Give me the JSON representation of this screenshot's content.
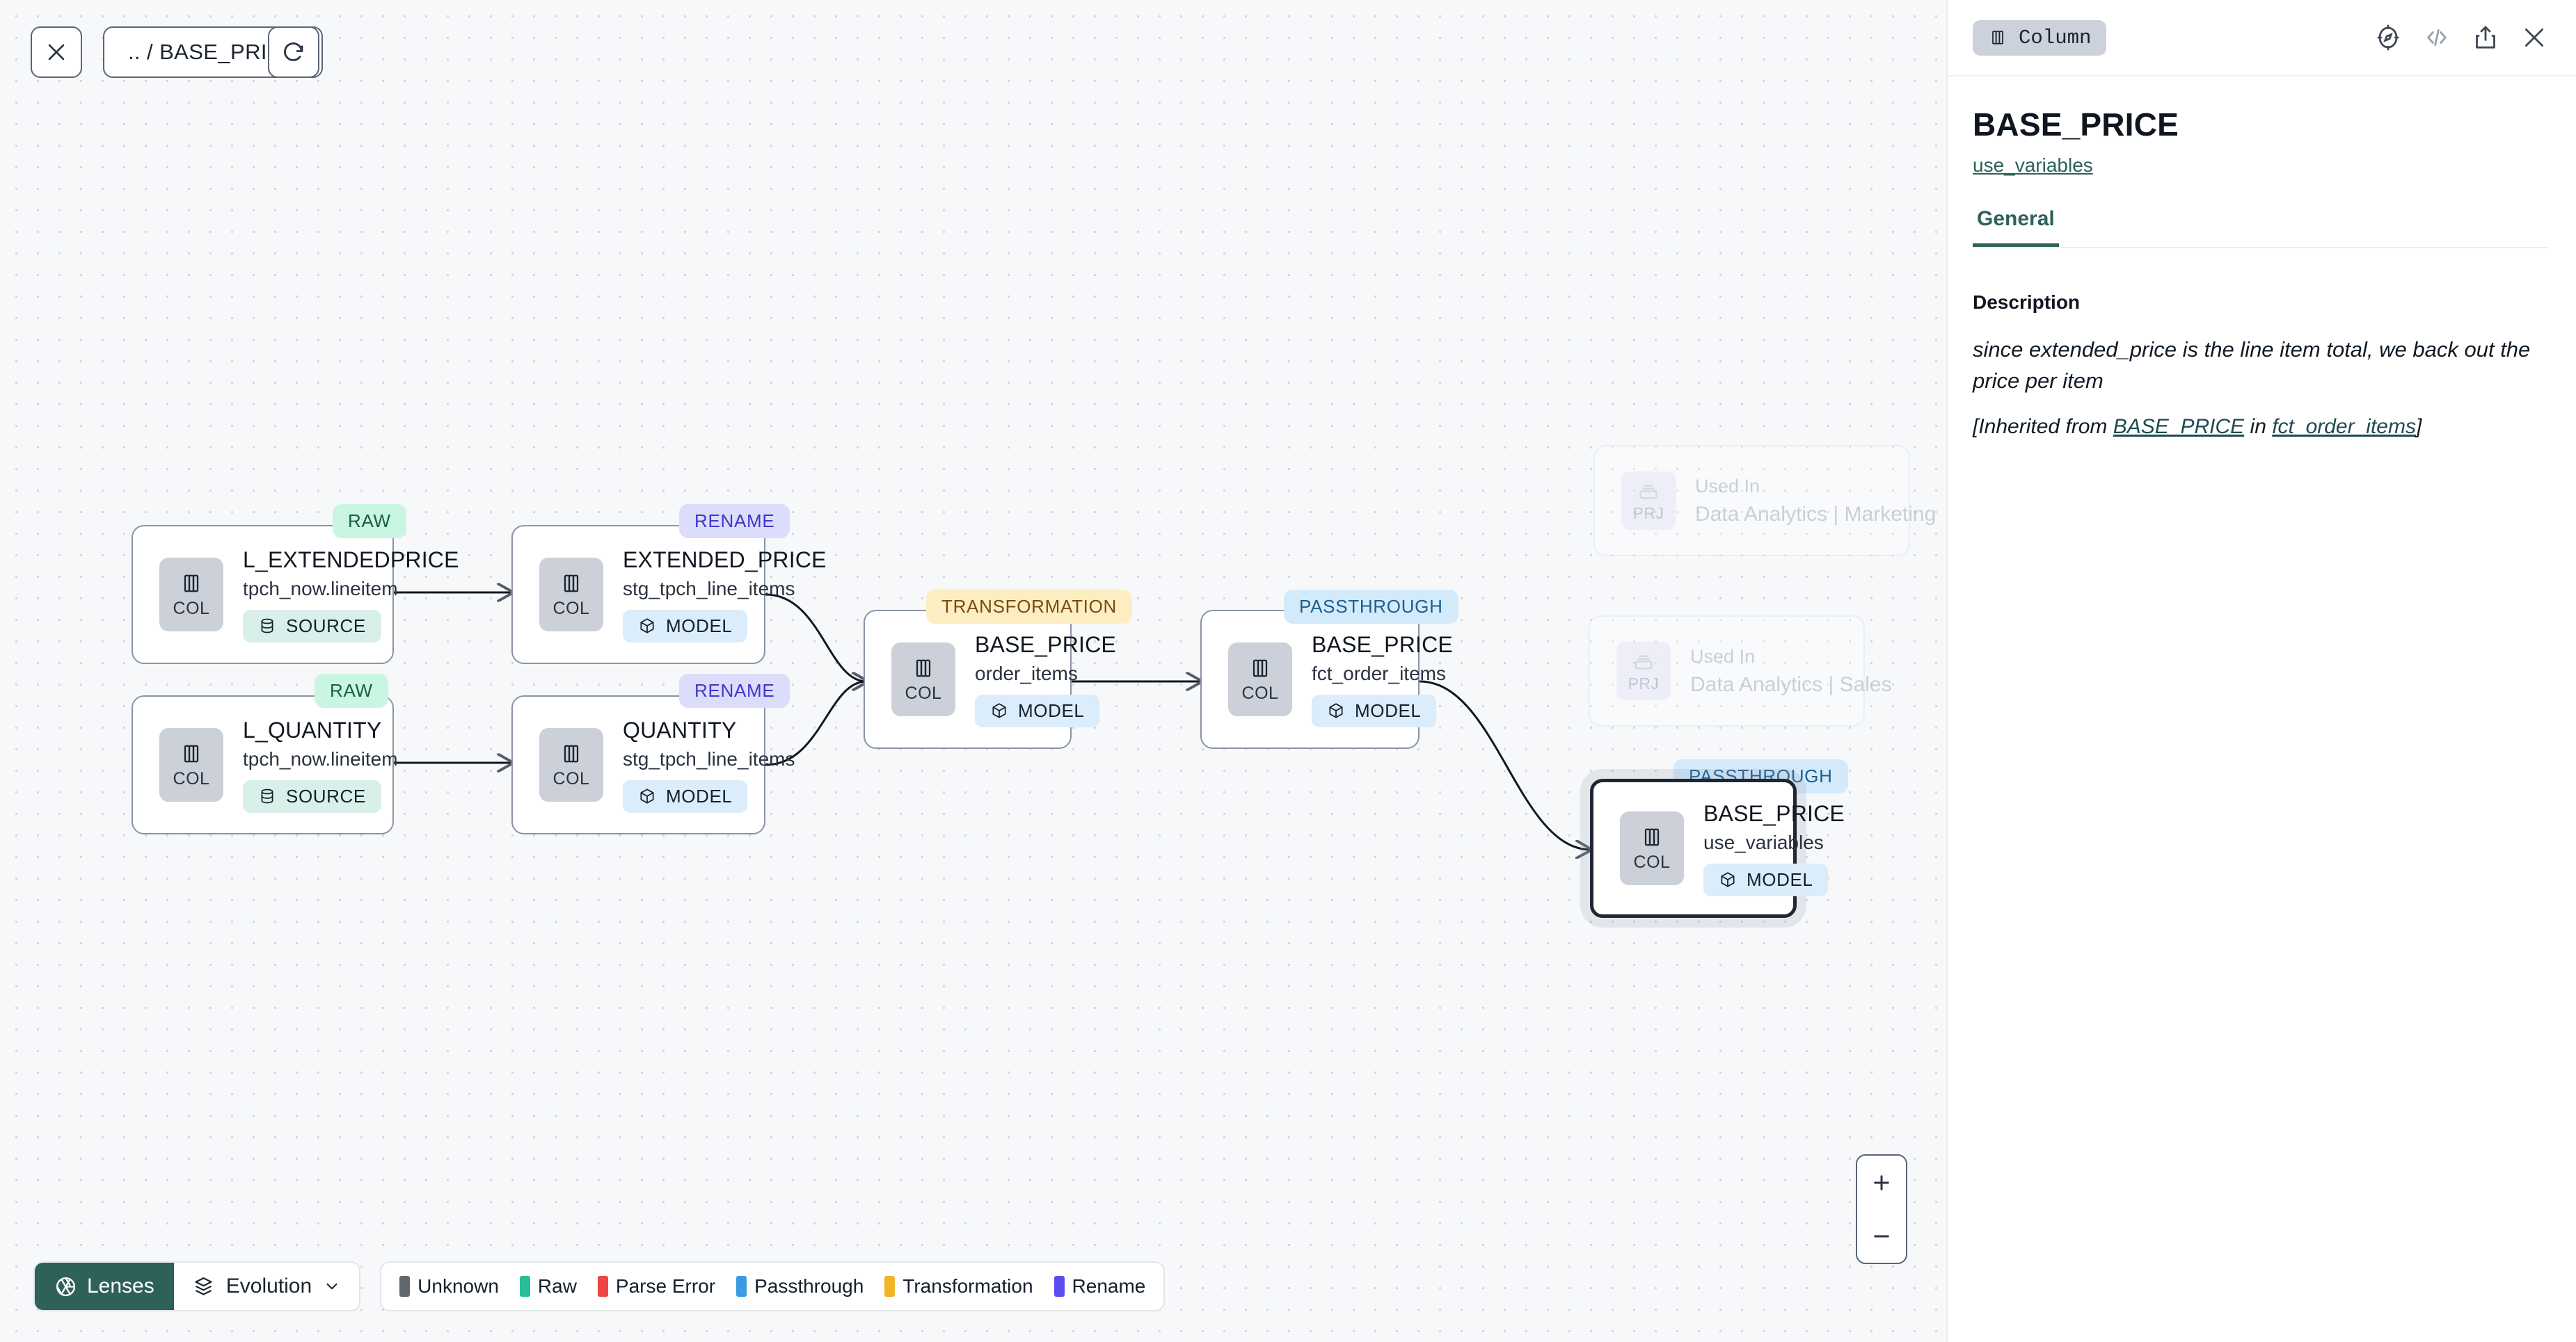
{
  "canvas": {
    "toolbar": {
      "close_icon": "close-icon",
      "breadcrumb": ".. / BASE_PRICE",
      "refresh_icon": "refresh-icon"
    },
    "nodes": [
      {
        "id": "l_extendedprice",
        "title": "L_EXTENDEDPRICE",
        "subtitle": "tpch_now.lineitem",
        "chip": "COL",
        "type_pill": "SOURCE",
        "type_pill_kind": "source",
        "badge": "RAW",
        "badge_kind": "raw",
        "selected": false
      },
      {
        "id": "l_quantity",
        "title": "L_QUANTITY",
        "subtitle": "tpch_now.lineitem",
        "chip": "COL",
        "type_pill": "SOURCE",
        "type_pill_kind": "source",
        "badge": "RAW",
        "badge_kind": "raw",
        "selected": false
      },
      {
        "id": "extended_price",
        "title": "EXTENDED_PRICE",
        "subtitle": "stg_tpch_line_items",
        "chip": "COL",
        "type_pill": "MODEL",
        "type_pill_kind": "model",
        "badge": "RENAME",
        "badge_kind": "rename",
        "selected": false
      },
      {
        "id": "quantity",
        "title": "QUANTITY",
        "subtitle": "stg_tpch_line_items",
        "chip": "COL",
        "type_pill": "MODEL",
        "type_pill_kind": "model",
        "badge": "RENAME",
        "badge_kind": "rename",
        "selected": false
      },
      {
        "id": "base_price_order_items",
        "title": "BASE_PRICE",
        "subtitle": "order_items",
        "chip": "COL",
        "type_pill": "MODEL",
        "type_pill_kind": "model",
        "badge": "TRANSFORMATION",
        "badge_kind": "transformation",
        "selected": false
      },
      {
        "id": "base_price_fct_order_items",
        "title": "BASE_PRICE",
        "subtitle": "fct_order_items",
        "chip": "COL",
        "type_pill": "MODEL",
        "type_pill_kind": "model",
        "badge": "PASSTHROUGH",
        "badge_kind": "passthrough",
        "selected": false
      },
      {
        "id": "base_price_use_variables",
        "title": "BASE_PRICE",
        "subtitle": "use_variables",
        "chip": "COL",
        "type_pill": "MODEL",
        "type_pill_kind": "model",
        "badge": "PASSTHROUGH",
        "badge_kind": "passthrough",
        "selected": true
      }
    ],
    "used_in_cards": [
      {
        "chip": "PRJ",
        "label": "Used In",
        "name": "Data Analytics | Marketing"
      },
      {
        "chip": "PRJ",
        "label": "Used In",
        "name": "Data Analytics | Sales"
      }
    ],
    "bottom_bar": {
      "lenses_label": "Lenses",
      "lenses_icon": "aperture-icon",
      "evolution_label": "Evolution",
      "evolution_icon": "layers-icon",
      "evolution_caret": "chevron-down-icon",
      "legend": [
        {
          "label": "Unknown",
          "color": "#62676e"
        },
        {
          "label": "Raw",
          "color": "#2bbd9a"
        },
        {
          "label": "Parse Error",
          "color": "#ef4444"
        },
        {
          "label": "Passthrough",
          "color": "#3b9ae1"
        },
        {
          "label": "Transformation",
          "color": "#f0b429"
        },
        {
          "label": "Rename",
          "color": "#5b4df0"
        }
      ]
    },
    "zoom_controls": {
      "zoom_in": "+",
      "zoom_out": "−"
    }
  },
  "panel": {
    "type_chip": "Column",
    "type_chip_icon": "column-icon",
    "actions": [
      {
        "name": "explore-icon"
      },
      {
        "name": "code-icon"
      },
      {
        "name": "share-icon"
      },
      {
        "name": "close-icon"
      }
    ],
    "title": "BASE_PRICE",
    "sublink": "use_variables",
    "tabs": [
      {
        "label": "General",
        "active": true
      }
    ],
    "description_label": "Description",
    "description_text": "since extended_price is the line item total, we back out the price per item",
    "inherited": {
      "prefix": "[Inherited from ",
      "column_link": "BASE_PRICE",
      "middle": " in ",
      "model_link": "fct_order_items",
      "suffix": "]"
    }
  },
  "colors": {
    "accent": "#2d6159",
    "canvas_bg": "#f6f8fa",
    "node_border": "#8a94a6",
    "selected_border": "#202733"
  }
}
